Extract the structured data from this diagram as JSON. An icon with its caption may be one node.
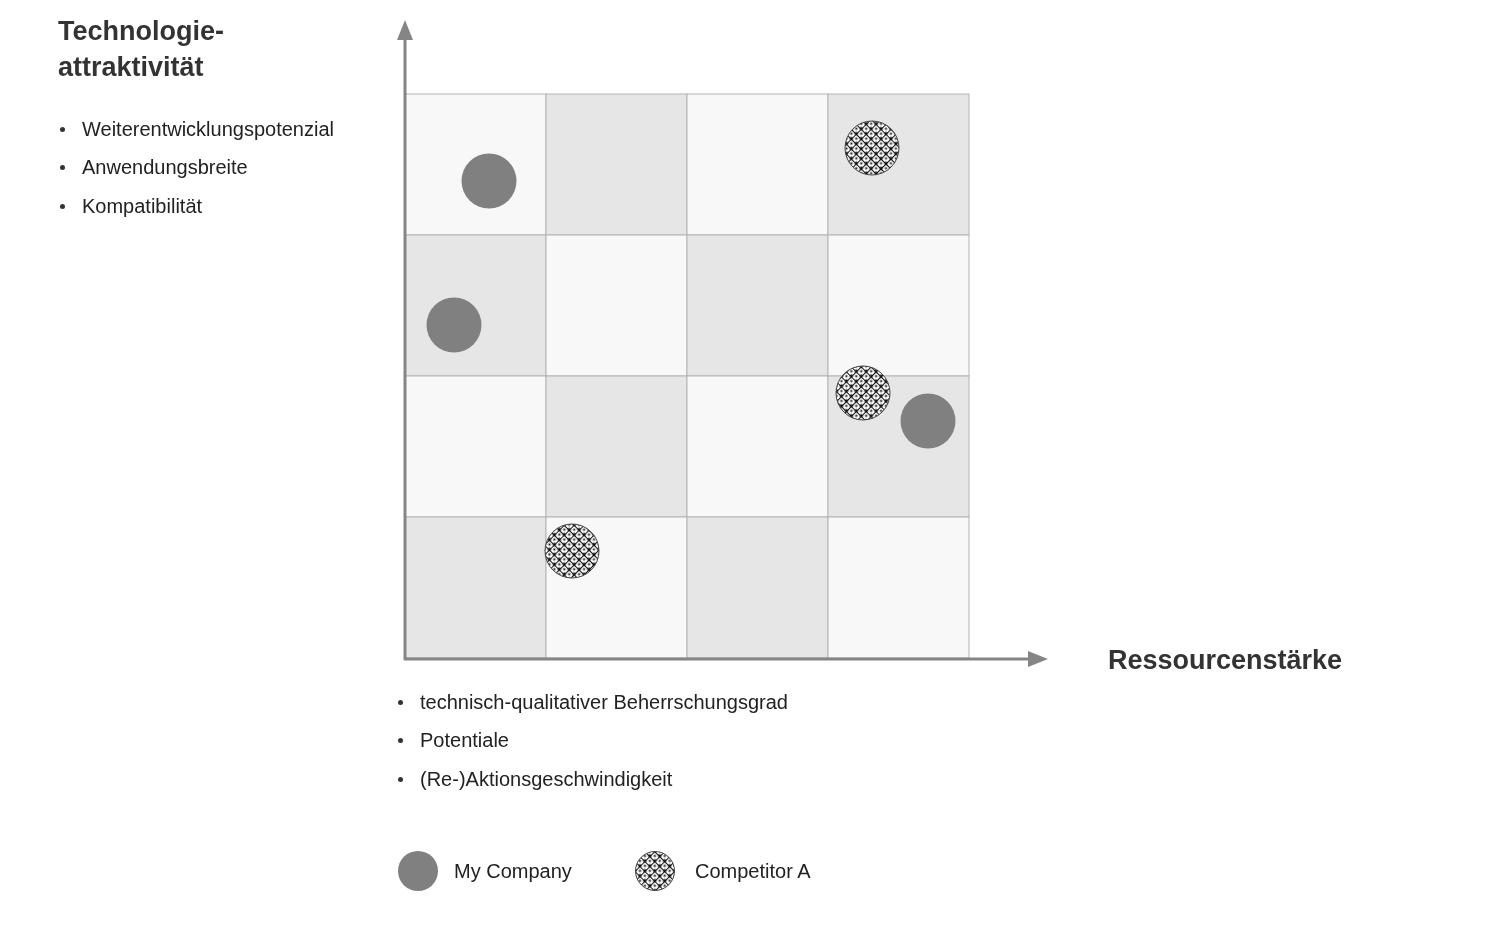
{
  "diagram": {
    "labels": [
      "Technologie-attraktivität",
      "Weiterentwicklungspotenzial",
      "Anwendungsbreite",
      "Kompatibilität",
      "Ressourcenstärke",
      "technisch-qualitativer Beherrschungsgrad",
      "Potentiale",
      "(Re-)Aktionsgeschwindigkeit"
    ],
    "legend": [
      {
        "text": "My Company",
        "color": "#808080"
      },
      {
        "text": "Competitor A"
      }
    ]
  }
}
